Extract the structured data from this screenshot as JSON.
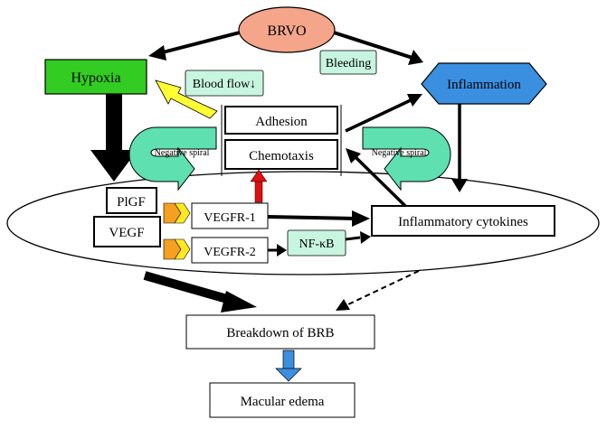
{
  "nodes": {
    "brvo": "BRVO",
    "hypoxia": "Hypoxia",
    "bleeding": "Bleeding",
    "inflammation": "Inflammation",
    "blood_flow": "Blood flow↓",
    "adhesion": "Adhesion",
    "chemotaxis": "Chemotaxis",
    "negative_spiral_left": "Negative spiral",
    "negative_spiral_right": "Negative spiral",
    "plgf": "PlGF",
    "vegf": "VEGF",
    "vegfr1": "VEGFR-1",
    "vegfr2": "VEGFR-2",
    "nfkb": "NF-κB",
    "inflammatory_cytokines": "Inflammatory cytokines",
    "breakdown_brb": "Breakdown of BRB",
    "macular_edema": "Macular edema"
  },
  "colors": {
    "brvo_fill": "#f4a58a",
    "hypoxia_fill": "#33cc22",
    "inflammation_fill": "#3a8fe0",
    "mint_fill": "#c8f5e0",
    "spiral_fill": "#5ee0b0",
    "receptor_orange": "#f5a020",
    "receptor_yellow": "#ffe820",
    "blood_flow_arrow": "#ffff33",
    "red_arrow": "#e01010",
    "blue_arrow": "#3a8fe0"
  }
}
